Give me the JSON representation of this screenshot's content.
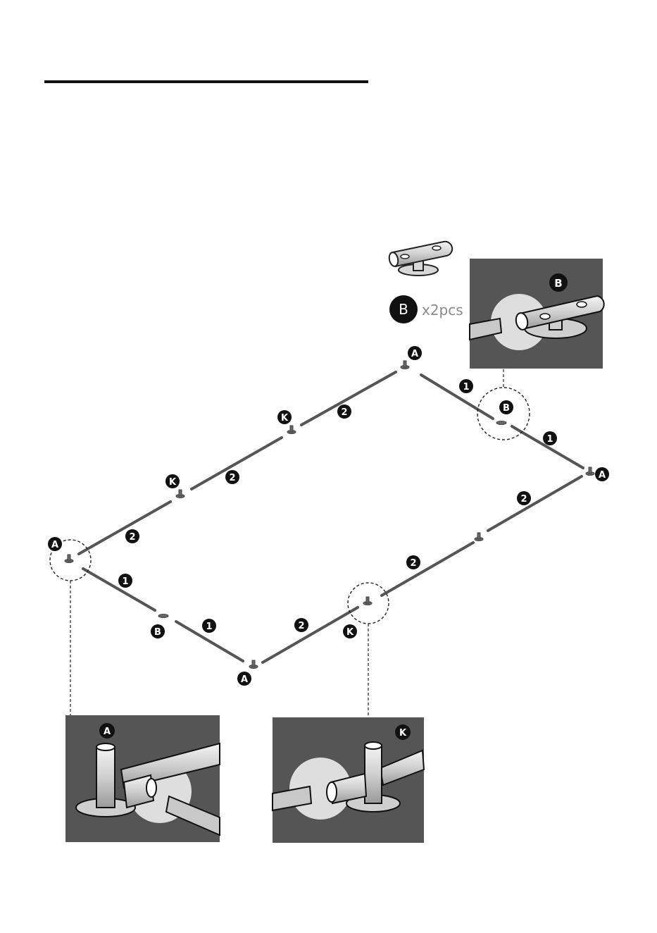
{
  "labels": {
    "connector_a": "A",
    "connector_b": "B",
    "connector_k": "K",
    "pole_1": "1",
    "pole_2": "2"
  },
  "parts": {
    "b_quantity": "x2pcs"
  },
  "insets": {
    "b": "B",
    "a": "A",
    "k": "K"
  }
}
